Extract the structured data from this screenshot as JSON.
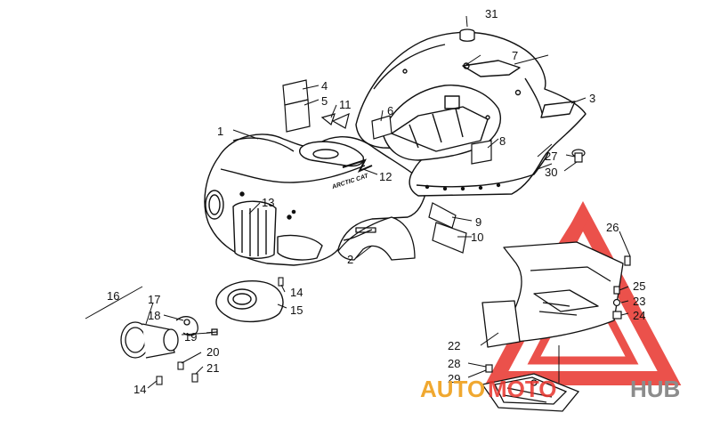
{
  "callouts": [
    {
      "id": "c1",
      "label": "1"
    },
    {
      "id": "c2",
      "label": "2"
    },
    {
      "id": "c3",
      "label": "3"
    },
    {
      "id": "c4",
      "label": "4"
    },
    {
      "id": "c5",
      "label": "5"
    },
    {
      "id": "c6",
      "label": "6"
    },
    {
      "id": "c7",
      "label": "7"
    },
    {
      "id": "c8",
      "label": "8"
    },
    {
      "id": "c9",
      "label": "9"
    },
    {
      "id": "c10",
      "label": "10"
    },
    {
      "id": "c11",
      "label": "11"
    },
    {
      "id": "c12",
      "label": "12"
    },
    {
      "id": "c13",
      "label": "13"
    },
    {
      "id": "c14a",
      "label": "14"
    },
    {
      "id": "c14b",
      "label": "14"
    },
    {
      "id": "c15",
      "label": "15"
    },
    {
      "id": "c16",
      "label": "16"
    },
    {
      "id": "c17",
      "label": "17"
    },
    {
      "id": "c18",
      "label": "18"
    },
    {
      "id": "c19",
      "label": "19"
    },
    {
      "id": "c20",
      "label": "20"
    },
    {
      "id": "c21",
      "label": "21"
    },
    {
      "id": "c22",
      "label": "22"
    },
    {
      "id": "c23",
      "label": "23"
    },
    {
      "id": "c24",
      "label": "24"
    },
    {
      "id": "c25",
      "label": "25"
    },
    {
      "id": "c26",
      "label": "26"
    },
    {
      "id": "c27",
      "label": "27"
    },
    {
      "id": "c28",
      "label": "28"
    },
    {
      "id": "c29",
      "label": "29"
    },
    {
      "id": "c30",
      "label": "30"
    },
    {
      "id": "c31",
      "label": "31"
    }
  ],
  "watermark": {
    "text_part1": "AUTO",
    "text_part2": "MOTO",
    "text_part3": "HUB",
    "color_red": "#e8332c",
    "color_gold": "#f0a830",
    "color_grey": "#8c8c8c"
  },
  "decal_text": "ARCTIC CAT"
}
